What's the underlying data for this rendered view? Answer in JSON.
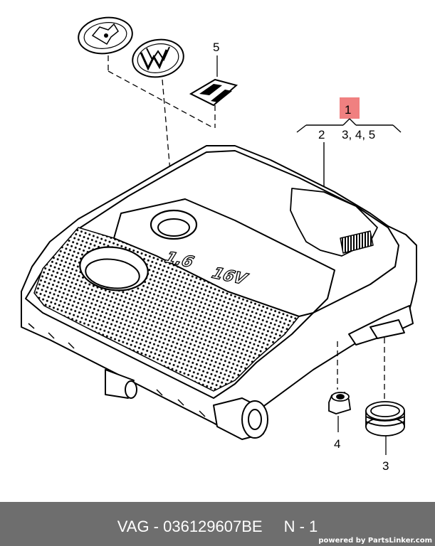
{
  "diagram": {
    "callouts": {
      "main": "1",
      "left": "2",
      "right": "3, 4, 5",
      "emblem": "5",
      "grommet": "4",
      "seal": "3"
    },
    "engine_label_displacement": "1.6",
    "engine_label_valves": "16V",
    "highlight_color": "#f08080"
  },
  "footer": {
    "part_number": "VAG - 036129607BE",
    "position": "N - 1",
    "powered_by": "powered by PartsLinker.com"
  }
}
